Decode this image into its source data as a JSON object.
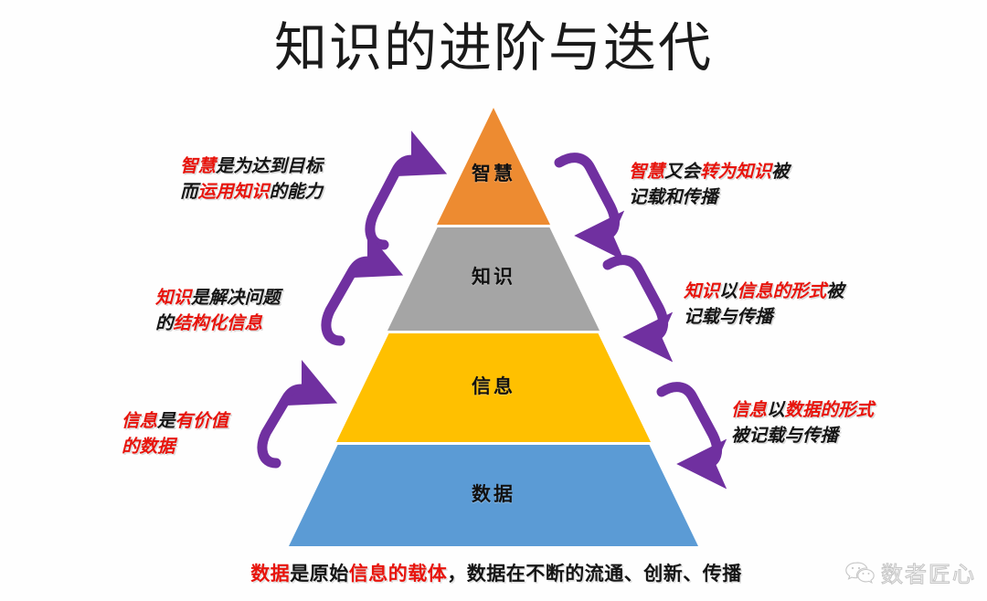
{
  "page": {
    "title": "知识的进阶与迭代",
    "background_color": "#FEFEFE"
  },
  "colors": {
    "wisdom": "#ED8B31",
    "knowledge": "#A5A5A5",
    "information": "#FFC000",
    "data": "#5B9BD5",
    "arrow": "#7030A0",
    "highlight_text": "#E8140C",
    "body_text": "#151515"
  },
  "pyramid": {
    "type": "pyramid",
    "levels": [
      {
        "id": "wisdom",
        "label": "智慧",
        "color": "#ED8B31",
        "rank": 4
      },
      {
        "id": "knowledge",
        "label": "知识",
        "color": "#A5A5A5",
        "rank": 3
      },
      {
        "id": "information",
        "label": "信息",
        "color": "#FFC000",
        "rank": 2
      },
      {
        "id": "data",
        "label": "数据",
        "color": "#5B9BD5",
        "rank": 1
      }
    ]
  },
  "annotations": {
    "wisdom_left": {
      "line1": [
        {
          "text": "智慧",
          "highlight": true
        },
        {
          "text": "是为达到目标",
          "highlight": false
        }
      ],
      "line2": [
        {
          "text": "而",
          "highlight": false
        },
        {
          "text": "运用知识",
          "highlight": true
        },
        {
          "text": "的能力",
          "highlight": false
        }
      ],
      "plain": "智慧是为达到目标而运用知识的能力"
    },
    "knowledge_left": {
      "line1": [
        {
          "text": "知识",
          "highlight": true
        },
        {
          "text": "是解决问题",
          "highlight": false
        }
      ],
      "line2": [
        {
          "text": "的",
          "highlight": false
        },
        {
          "text": "结构化信息",
          "highlight": true
        }
      ],
      "plain": "知识是解决问题的结构化信息"
    },
    "information_left": {
      "line1": [
        {
          "text": "信息",
          "highlight": true
        },
        {
          "text": "是",
          "highlight": false
        },
        {
          "text": "有价值",
          "highlight": true
        }
      ],
      "line2": [
        {
          "text": "的数据",
          "highlight": true
        }
      ],
      "plain": "信息是有价值的数据"
    },
    "wisdom_right": {
      "line1": [
        {
          "text": "智慧",
          "highlight": true
        },
        {
          "text": "又会",
          "highlight": false
        },
        {
          "text": "转为知识",
          "highlight": true
        },
        {
          "text": "被",
          "highlight": false
        }
      ],
      "line2": [
        {
          "text": "记载和传播",
          "highlight": false
        }
      ],
      "plain": "智慧又会转为知识被记载和传播"
    },
    "knowledge_right": {
      "line1": [
        {
          "text": "知识",
          "highlight": true
        },
        {
          "text": "以",
          "highlight": false
        },
        {
          "text": "信息的形式",
          "highlight": true
        },
        {
          "text": "被",
          "highlight": false
        }
      ],
      "line2": [
        {
          "text": "记载与传播",
          "highlight": false
        }
      ],
      "plain": "知识以信息的形式被记载与传播"
    },
    "information_right": {
      "line1": [
        {
          "text": "信息",
          "highlight": true
        },
        {
          "text": "以",
          "highlight": false
        },
        {
          "text": "数据的形式",
          "highlight": true
        }
      ],
      "line2": [
        {
          "text": "被记载与传播",
          "highlight": false
        }
      ],
      "plain": "信息以数据的形式被记载与传播"
    },
    "bottom_caption": {
      "segments": [
        {
          "text": "数据",
          "highlight": true
        },
        {
          "text": "是原始",
          "highlight": false
        },
        {
          "text": "信息的载体",
          "highlight": true
        },
        {
          "text": "，数据在不断的流通、创新、传播",
          "highlight": false
        }
      ],
      "plain": "数据是原始信息的载体，数据在不断的流通、创新、传播"
    }
  },
  "watermark": {
    "icon": "wechat-icon",
    "text": "数者匠心"
  }
}
